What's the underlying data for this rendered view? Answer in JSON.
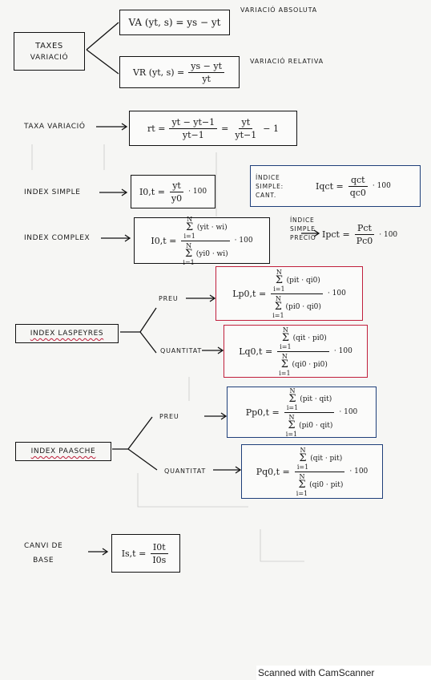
{
  "taxes": {
    "label_line1": "TAXES",
    "label_line2": "VARIACIÓ",
    "va_formula": "VA (yt, s) = ys − yt",
    "va_note": "VARIACIÓ ABSOLUTA",
    "vr_lhs": "VR (yt, s) =",
    "vr_num": "ys − yt",
    "vr_den": "yt",
    "vr_note": "VARIACIÓ RELATIVA"
  },
  "taxa_variacio": {
    "label": "TAXA VARIACIÓ",
    "lhs": "rt =",
    "num1": "yt − yt−1",
    "den1": "yt−1",
    "eq": "=",
    "num2": "yt",
    "den2": "yt−1",
    "tail": "− 1"
  },
  "index_simple": {
    "label": "INDEX SIMPLE",
    "lhs": "I0,t =",
    "num": "yt",
    "den": "y0",
    "tail": "· 100",
    "cant_label_line1": "ÍNDICE",
    "cant_label_line2": "SIMPLE:",
    "cant_label_line3": "CANT.",
    "cant_lhs": "Iqct =",
    "cant_num": "qct",
    "cant_den": "qc0",
    "cant_tail": "· 100"
  },
  "index_complex": {
    "label": "INDEX COMPLEX",
    "lhs": "I0,t =",
    "sum_top": "N",
    "sum_bottom": "i=1",
    "num": "(yit · wi)",
    "den": "(yi0 · wi)",
    "tail": "· 100",
    "preu_label_line1": "ÍNDICE",
    "preu_label_line2": "SIMPLE",
    "preu_label_line3": "PRECIO",
    "preu_lhs": "Ipct =",
    "preu_num": "Pct",
    "preu_den": "Pc0",
    "preu_tail": "· 100"
  },
  "laspeyres": {
    "label": "INDEX LASPEYRES",
    "preu_label": "PREU",
    "preu_lhs": "Lp0,t =",
    "preu_num": "(pit · qi0)",
    "preu_den": "(pi0 · qi0)",
    "quant_label": "QUANTITAT",
    "quant_lhs": "Lq0,t =",
    "quant_num": "(qit · pi0)",
    "quant_den": "(qi0 · pi0)",
    "tail": "· 100",
    "sum_top": "N",
    "sum_bottom": "i=1"
  },
  "paasche": {
    "label": "INDEX PAASCHE",
    "preu_label": "PREU",
    "preu_lhs": "Pp0,t =",
    "preu_num": "(pit · qit)",
    "preu_den": "(pi0 · qit)",
    "quant_label": "QUANTITAT",
    "quant_lhs": "Pq0,t =",
    "quant_num": "(qit · pit)",
    "quant_den": "(qi0 · pit)",
    "tail": "· 100",
    "sum_top": "N",
    "sum_bottom": "i=1"
  },
  "canvi_base": {
    "label_line1": "CANVI DE",
    "label_line2": "BASE",
    "lhs": "Is,t =",
    "num": "I0t",
    "den": "I0s"
  },
  "footer": "Scanned with CamScanner",
  "colors": {
    "red_box": "#c01f3c",
    "blue_box": "#1f3f7a",
    "ink": "#111111"
  }
}
